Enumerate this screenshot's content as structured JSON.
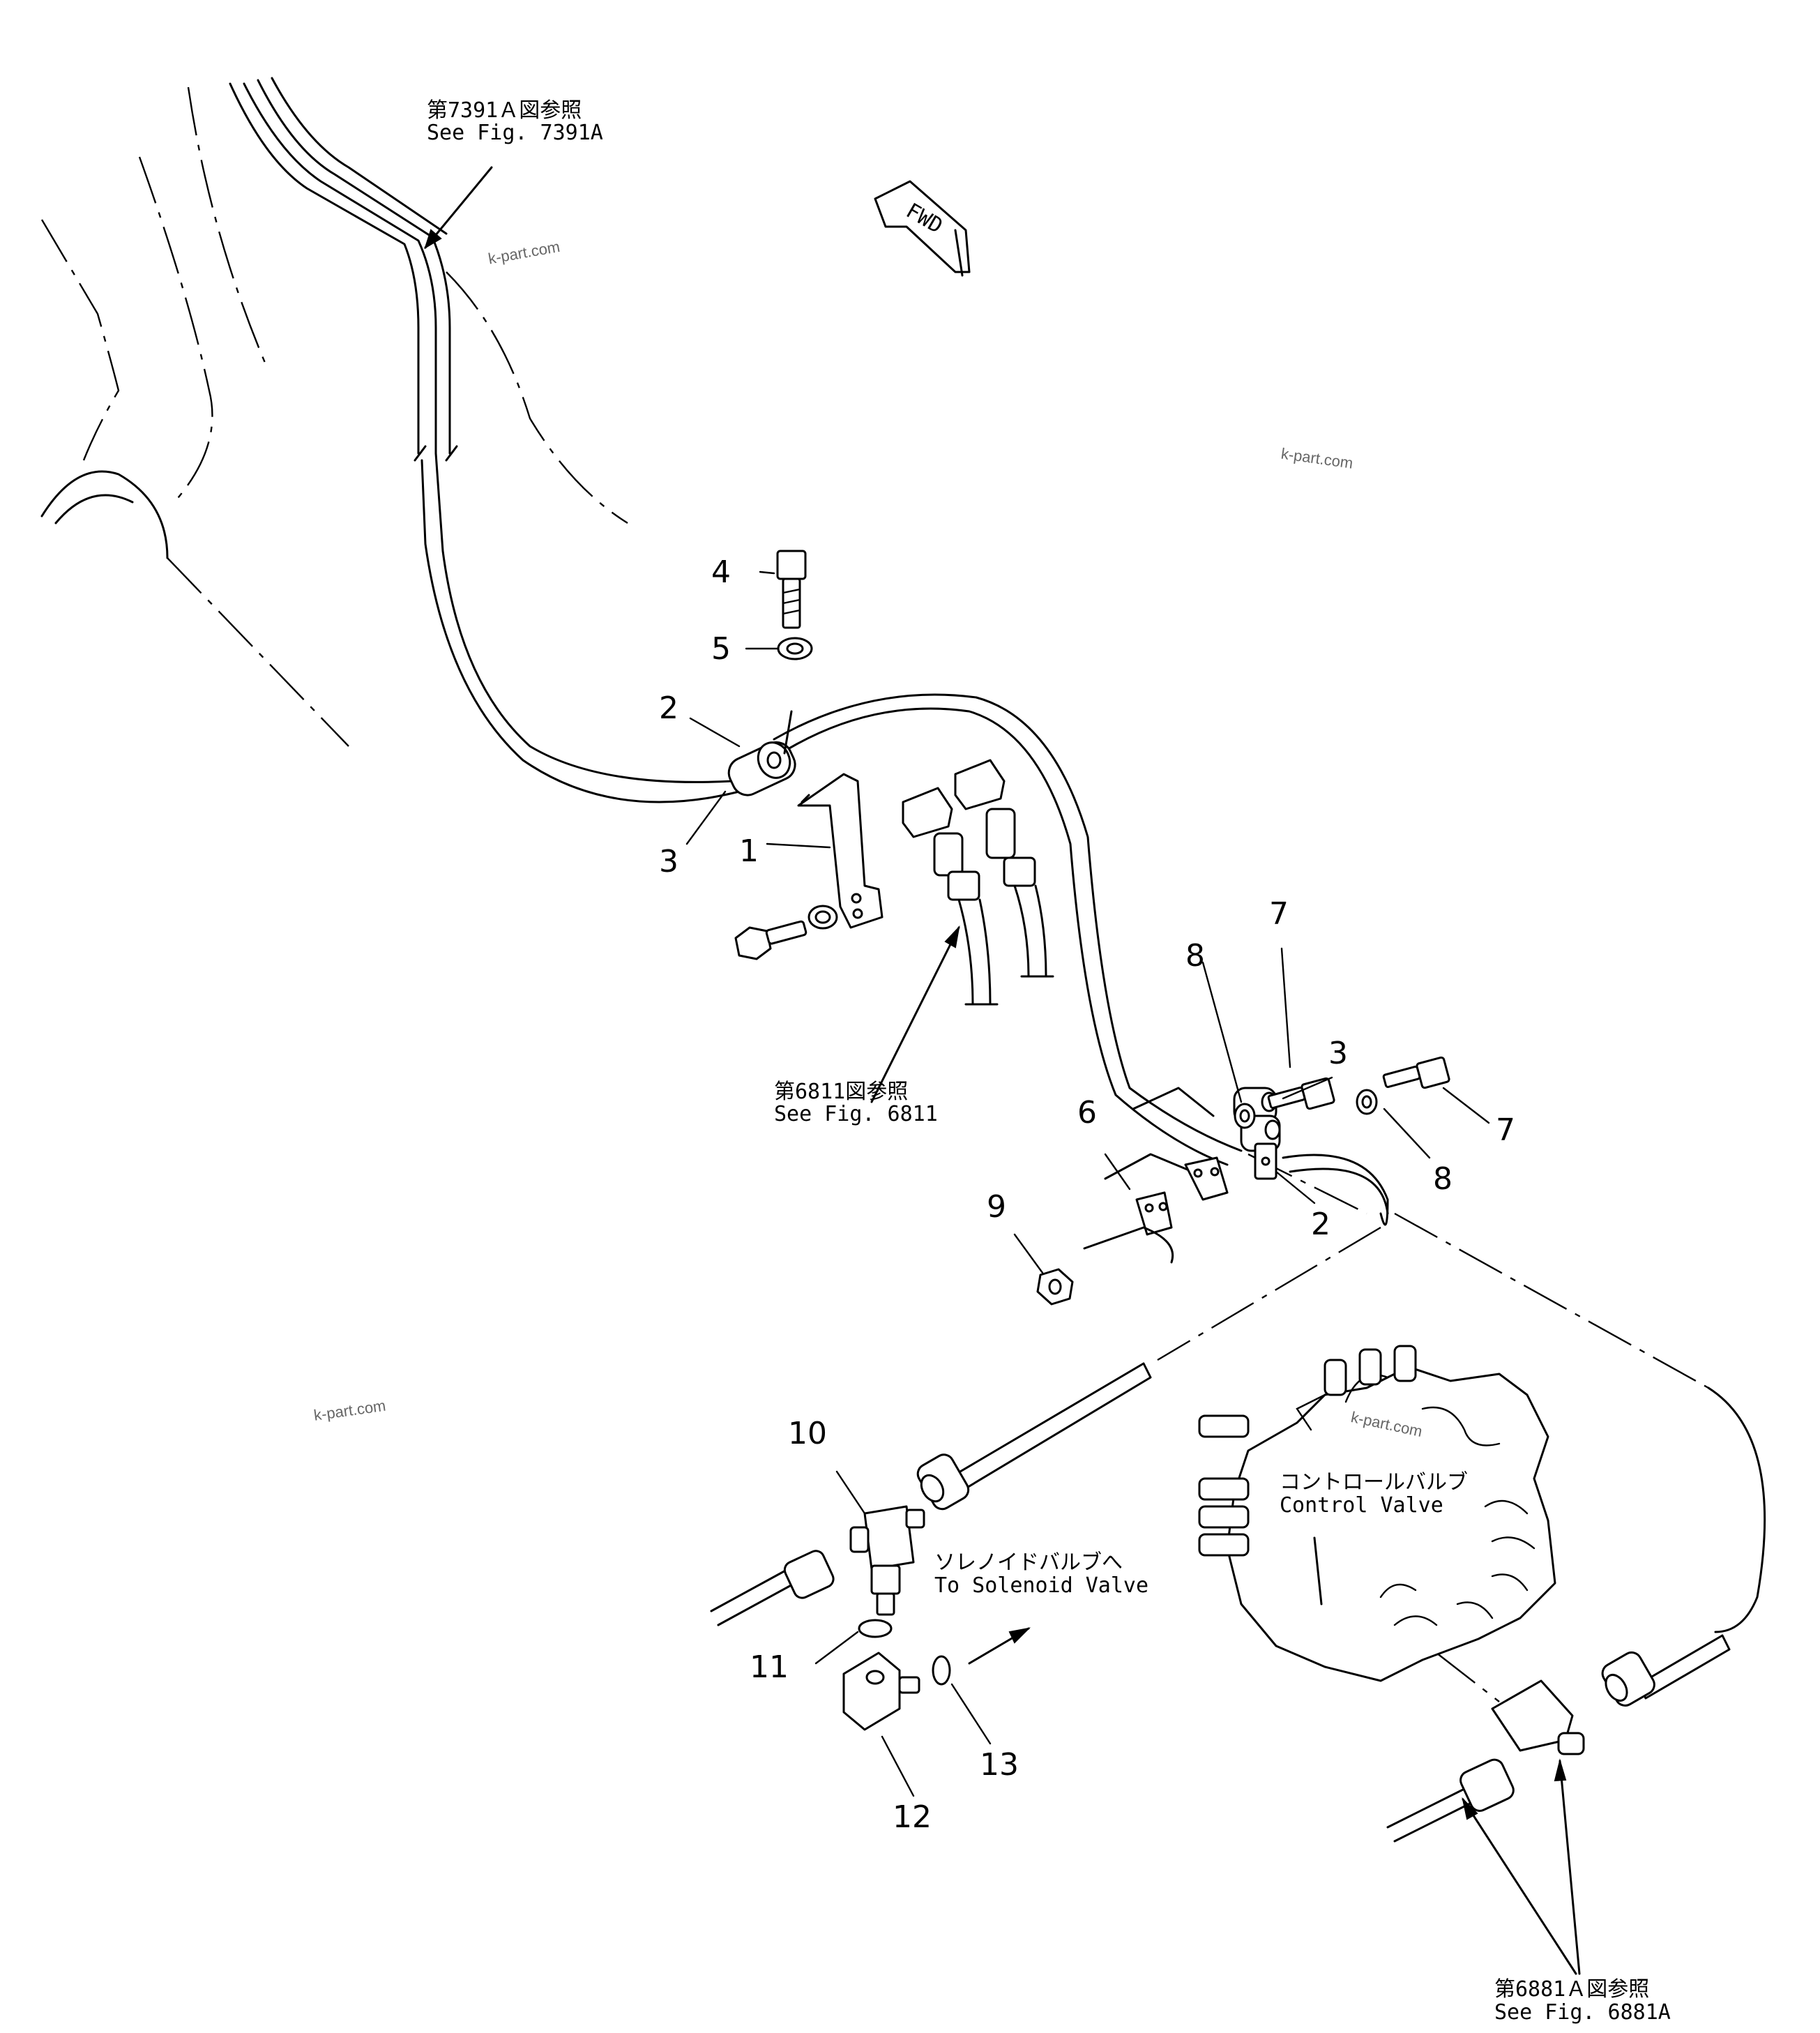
{
  "references": {
    "fig7391a_jp": "第7391Ａ図参照",
    "fig7391a_en": "See  Fig. 7391A",
    "fig6811_jp": "第6811図参照",
    "fig6811_en": "See  Fig. 6811",
    "fig6881a_jp": "第6881Ａ図参照",
    "fig6881a_en": "See  Fig. 6881A",
    "solenoid_jp": "ソレノイドバルブへ",
    "solenoid_en": "To  Solenoid  Valve",
    "control_valve_jp": "コントロールバルブ",
    "control_valve_en": "Control  Valve"
  },
  "direction_marker": "FWD",
  "watermark": "k-part.com",
  "callouts": {
    "c1": "1",
    "c2a": "2",
    "c2b": "2",
    "c3a": "3",
    "c3b": "3",
    "c4": "4",
    "c5": "5",
    "c6": "6",
    "c7a": "7",
    "c7b": "7",
    "c8a": "8",
    "c8b": "8",
    "c9": "9",
    "c10": "10",
    "c11": "11",
    "c12": "12",
    "c13": "13"
  }
}
